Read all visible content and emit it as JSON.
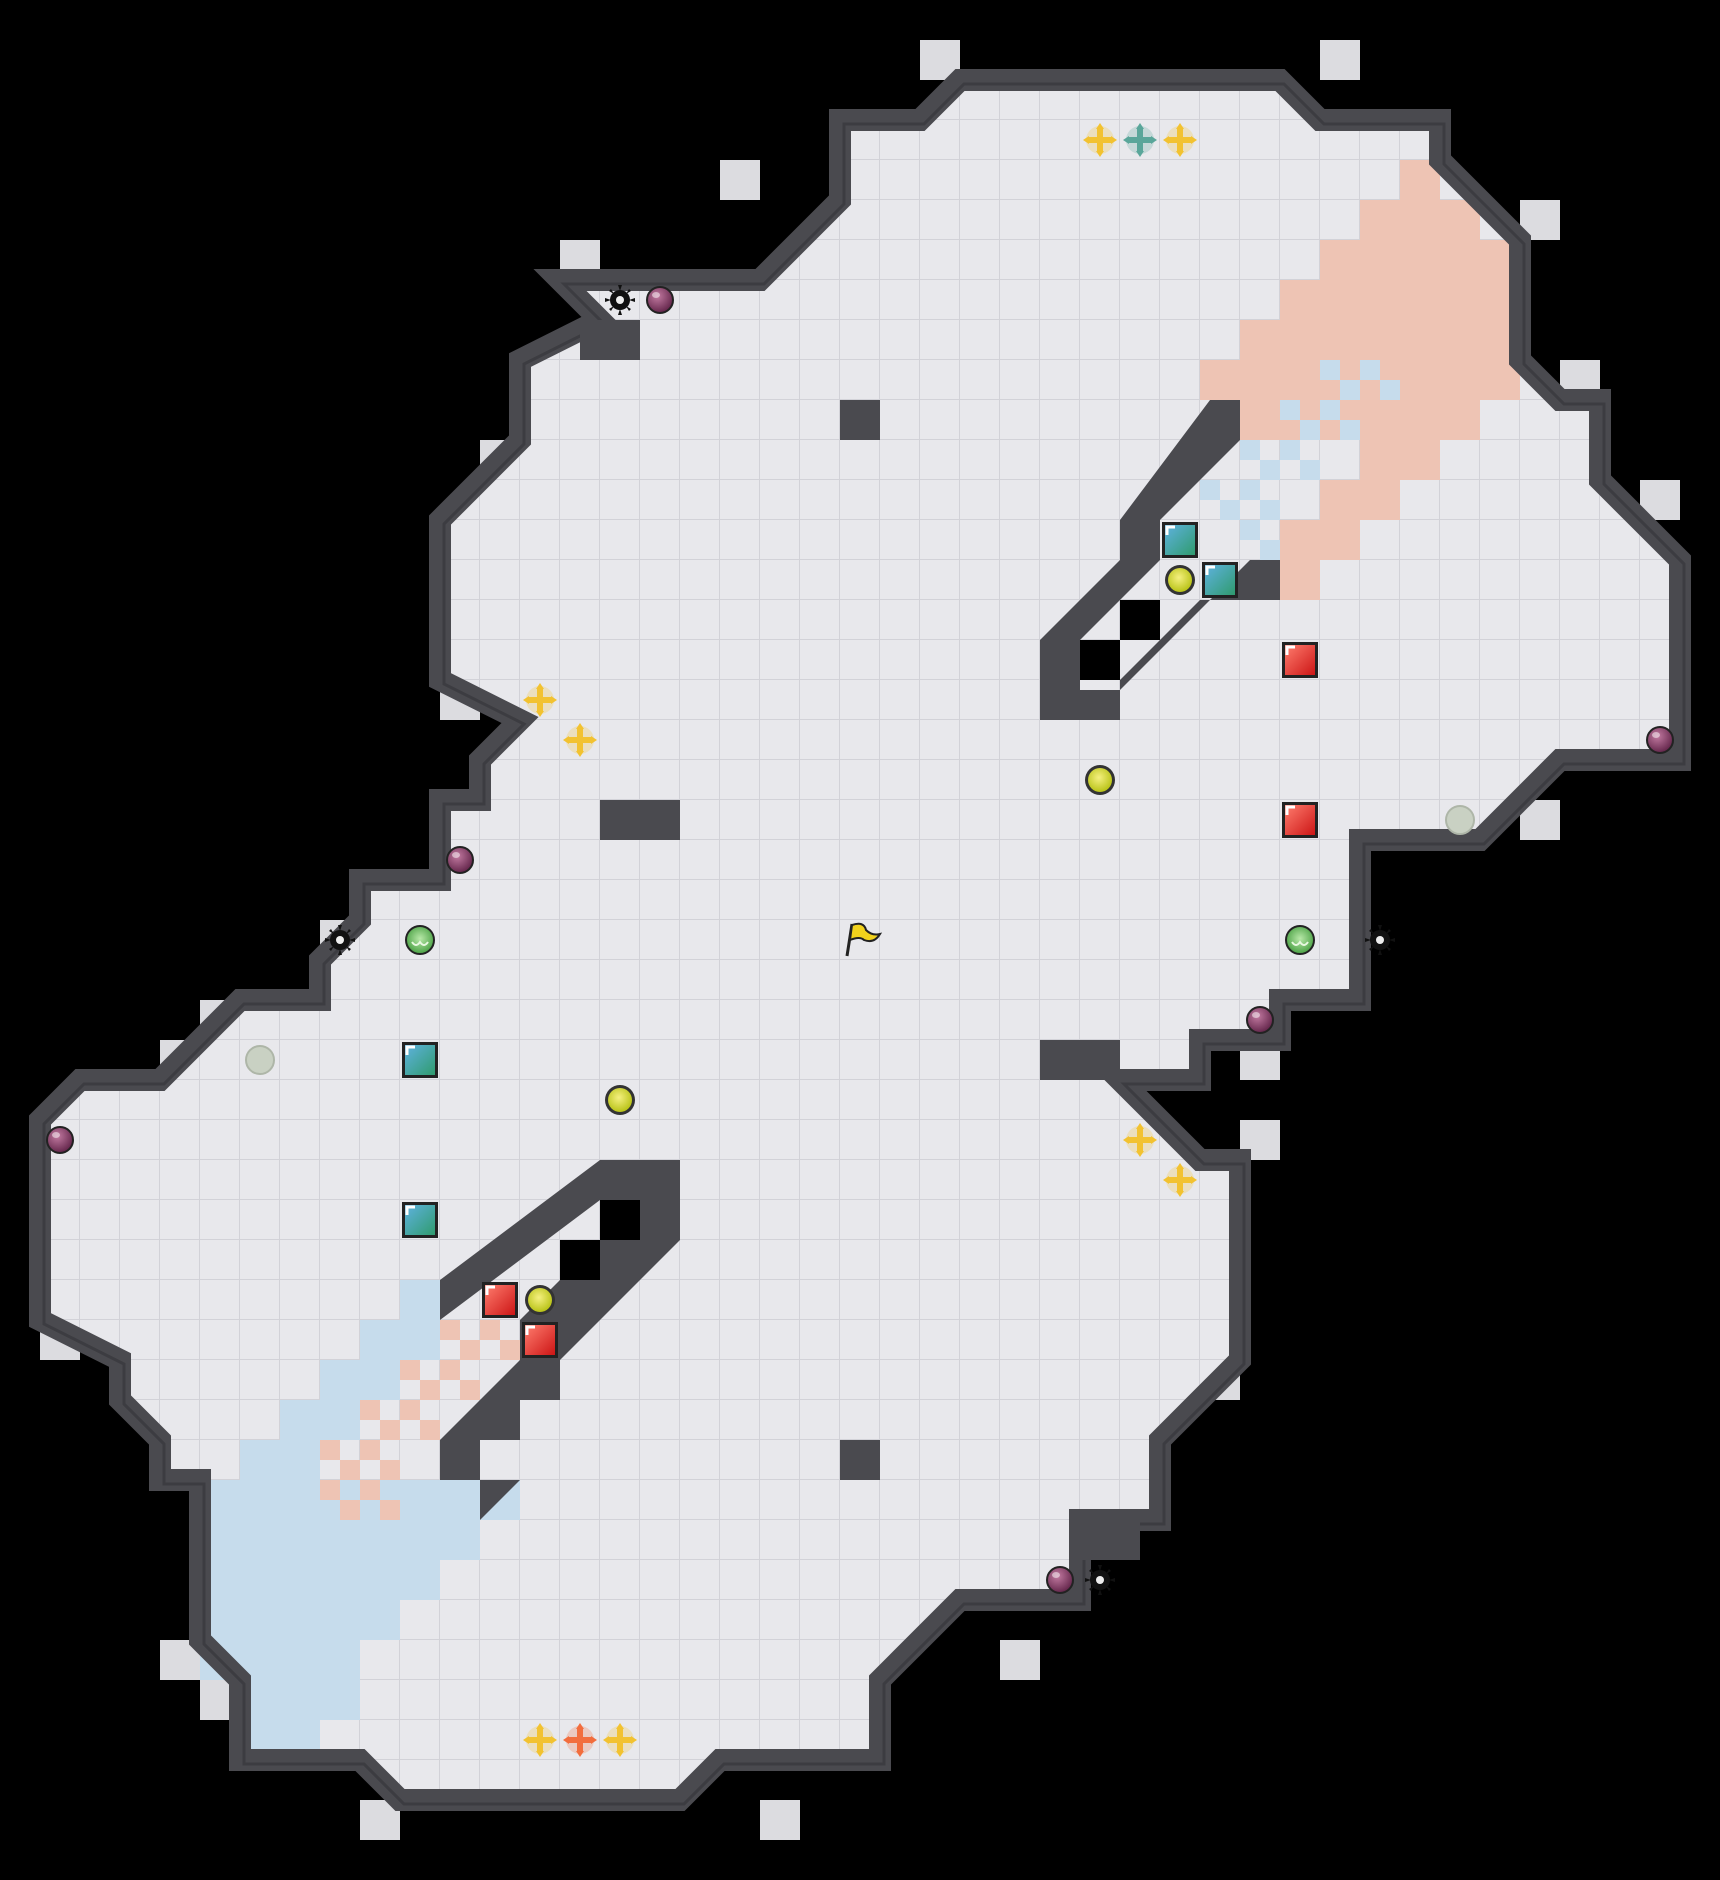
{
  "game": {
    "title": "",
    "colors": {
      "background": "#000000",
      "floor": "#e8e8ec",
      "grid": "#d2d2d8",
      "wall": "#4a4a4f",
      "wall_edge": "#2e2e33",
      "notch": "#dcdce0",
      "red_team": "#f26d3d",
      "blue_team": "#3d8bbf",
      "red_zone": "#eec4b4",
      "blue_zone": "#c6dcec",
      "boost": "#f2c230",
      "bomb": "#8e3f6a",
      "spike": "#111111",
      "button": "#e9e030",
      "flag": "#f2d21c",
      "pad_inactive": "#c9d1c3"
    },
    "entities": [
      {
        "type": "boost",
        "team": "neutral",
        "icon": "boost-icon"
      },
      {
        "type": "boost",
        "team": "blue",
        "icon": "boost-icon"
      },
      {
        "type": "boost",
        "team": "neutral",
        "icon": "boost-icon"
      },
      {
        "type": "boost",
        "team": "neutral",
        "icon": "boost-icon"
      },
      {
        "type": "boost",
        "team": "neutral",
        "icon": "boost-icon"
      },
      {
        "type": "boost",
        "team": "neutral",
        "icon": "boost-icon"
      },
      {
        "type": "boost",
        "team": "neutral",
        "icon": "boost-icon"
      },
      {
        "type": "boost",
        "team": "neutral",
        "icon": "boost-icon"
      },
      {
        "type": "boost",
        "team": "red",
        "icon": "boost-icon"
      },
      {
        "type": "boost",
        "team": "neutral",
        "icon": "boost-icon"
      },
      {
        "type": "bomb",
        "icon": "bomb-icon"
      },
      {
        "type": "bomb",
        "icon": "bomb-icon"
      },
      {
        "type": "bomb",
        "icon": "bomb-icon"
      },
      {
        "type": "bomb",
        "icon": "bomb-icon"
      },
      {
        "type": "bomb",
        "icon": "bomb-icon"
      },
      {
        "type": "bomb",
        "icon": "bomb-icon"
      },
      {
        "type": "spike",
        "icon": "spike-icon"
      },
      {
        "type": "spike",
        "icon": "spike-icon"
      },
      {
        "type": "spike",
        "icon": "spike-icon"
      },
      {
        "type": "spike",
        "icon": "spike-icon"
      },
      {
        "type": "gate",
        "team": "blue",
        "icon": "blue-gate-icon"
      },
      {
        "type": "gate",
        "team": "blue",
        "icon": "blue-gate-icon"
      },
      {
        "type": "gate",
        "team": "blue",
        "icon": "blue-gate-icon"
      },
      {
        "type": "gate",
        "team": "blue",
        "icon": "blue-gate-icon"
      },
      {
        "type": "gate",
        "team": "red",
        "icon": "red-gate-icon"
      },
      {
        "type": "gate",
        "team": "red",
        "icon": "red-gate-icon"
      },
      {
        "type": "gate",
        "team": "red",
        "icon": "red-gate-icon"
      },
      {
        "type": "gate",
        "team": "red",
        "icon": "red-gate-icon"
      },
      {
        "type": "button",
        "icon": "button-icon"
      },
      {
        "type": "button",
        "icon": "button-icon"
      },
      {
        "type": "button",
        "icon": "button-icon"
      },
      {
        "type": "button",
        "icon": "button-icon"
      },
      {
        "type": "portal",
        "icon": "portal-icon"
      },
      {
        "type": "portal",
        "icon": "portal-icon"
      },
      {
        "type": "pad",
        "icon": "pad-icon"
      },
      {
        "type": "pad",
        "icon": "pad-icon"
      },
      {
        "type": "flag",
        "team": "neutral",
        "icon": "flag-icon"
      }
    ]
  }
}
